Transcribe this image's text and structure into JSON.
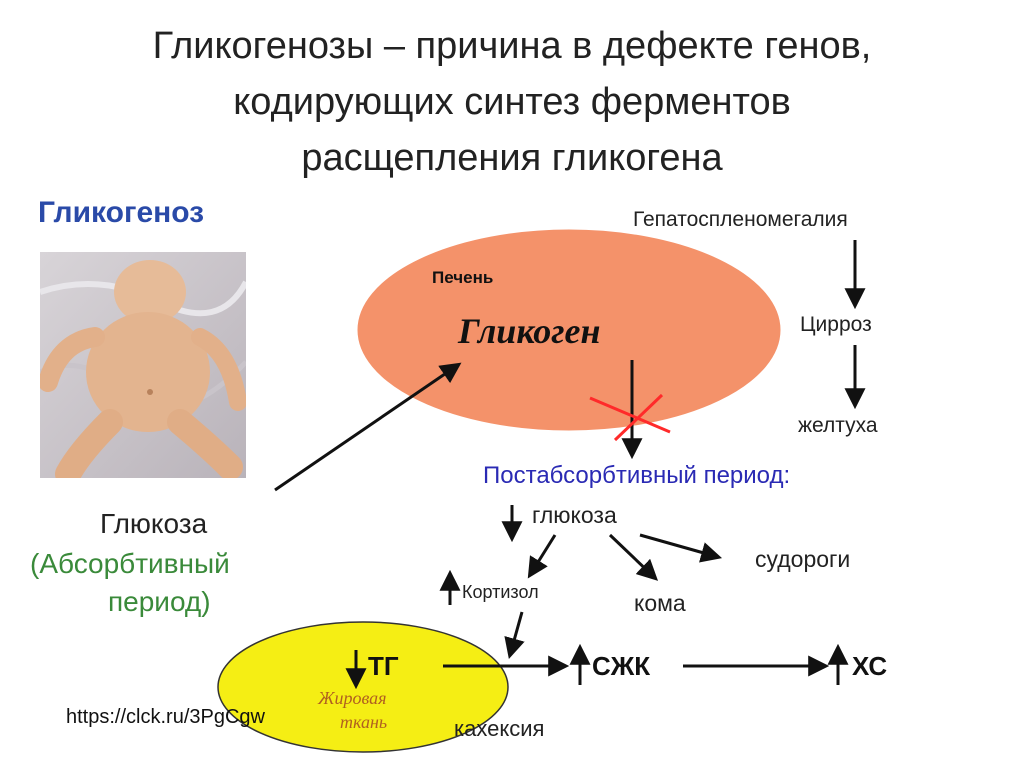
{
  "title": {
    "line1": "Гликогенозы – причина в дефекте генов,",
    "line2": "кодирующих синтез ферментов",
    "line3": "расщепления гликогена"
  },
  "left": {
    "heading": "Гликогеноз",
    "photo_icon": "infant-photo",
    "glucose": "Глюкоза",
    "absorptive_line1": "(Абсорбтивный",
    "absorptive_line2": "период)",
    "url": "https://clck.ru/3PgCgw"
  },
  "liver": {
    "label": "Печень",
    "glycogen": "Гликоген",
    "fill": "#f4926a"
  },
  "right_chain": {
    "item1": "Гепатоспленомегалия",
    "item2": "Цирроз",
    "item3": "желтуха"
  },
  "postabsorptive": {
    "title": "Постабсорбтивный период:",
    "glucose": "глюкоза",
    "cortisol": "Кортизол",
    "coma": "кома",
    "seizures": "судороги",
    "ffa": "СЖК",
    "cholesterol": "ХС",
    "cachexia": "кахексия"
  },
  "fat": {
    "tg": "ТГ",
    "tissue_line1": "Жировая",
    "tissue_line2": "ткань",
    "fill": "#f5ee14"
  },
  "colors": {
    "blue_heading": "#2a4aa8",
    "cross": "#ff2a2a"
  }
}
